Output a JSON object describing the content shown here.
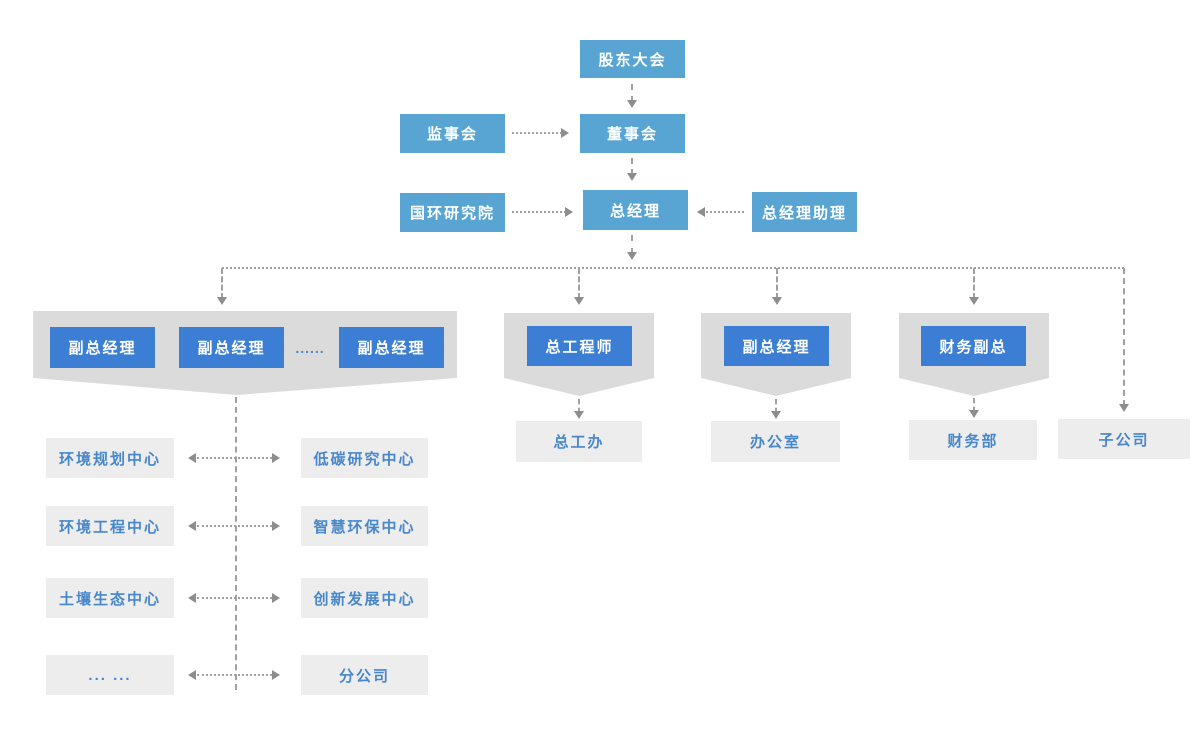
{
  "title": "company-organization-chart",
  "colors": {
    "light_blue_node": "#58A5D4",
    "dark_blue_node": "#3B7ED3",
    "banner_gray": "#DBDBDB",
    "dept_box_gray": "#EDEDED",
    "dept_text_blue": "#4787CB",
    "connector_gray": "#A0A0A0",
    "arrowhead_gray": "#8D8D8D",
    "node_text_white": "#FFFFFF"
  },
  "top": {
    "shareholders": "股东大会",
    "supervisory_board": "监事会",
    "board_of_directors": "董事会",
    "research_institute": "国环研究院",
    "general_manager": "总经理",
    "gm_assistant": "总经理助理"
  },
  "banners": {
    "deputy_gm_1": "副总经理",
    "deputy_gm_2": "副总经理",
    "deputy_gm_ellipsis": "......",
    "deputy_gm_3": "副总经理",
    "chief_engineer": "总工程师",
    "deputy_gm_office": "副总经理",
    "finance_deputy": "财务副总"
  },
  "offices": {
    "chief_engineer_office": "总工办",
    "office": "办公室",
    "finance_dept": "财务部",
    "subsidiary": "子公司"
  },
  "dept_rows": [
    {
      "left": "环境规划中心",
      "right": "低碳研究中心"
    },
    {
      "left": "环境工程中心",
      "right": "智慧环保中心"
    },
    {
      "left": "土壤生态中心",
      "right": "创新发展中心"
    },
    {
      "left": "... ...",
      "right": "分公司"
    }
  ]
}
